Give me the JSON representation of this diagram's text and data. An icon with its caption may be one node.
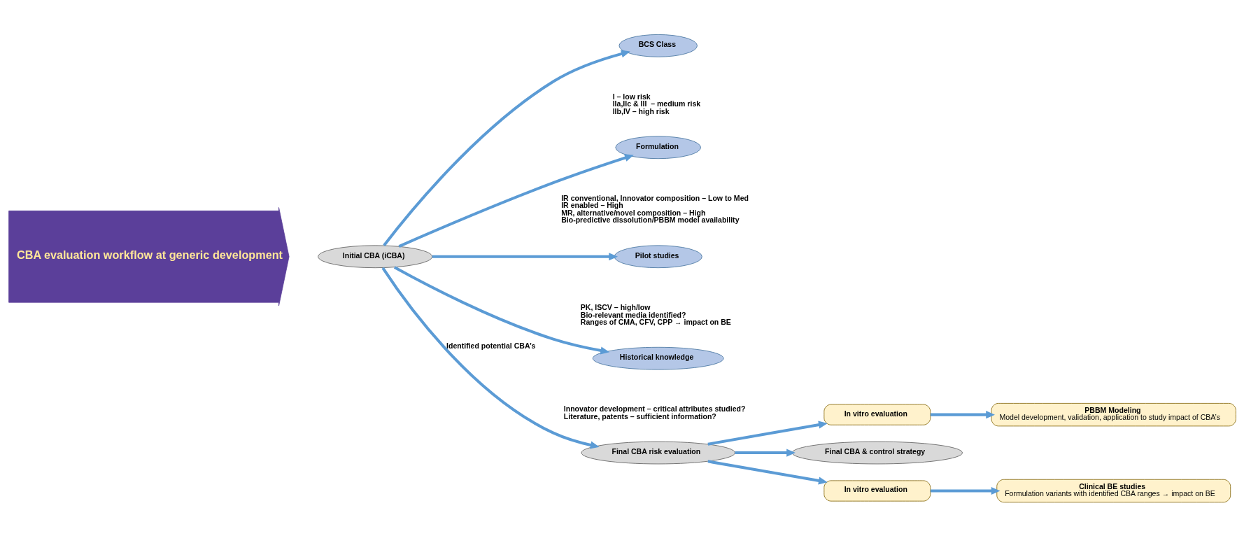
{
  "diagram": {
    "nodes": [
      {
        "text": [
          "CBA evaluation workflow at generic development"
        ]
      },
      {
        "text": [
          "BCS Class"
        ],
        "beside": [
          "I – low risk",
          "IIa,IIc & III  – medium risk",
          "IIb,IV – high risk"
        ]
      },
      {
        "text": [
          "Formulation"
        ],
        "beside": [
          "IR conventional, Innovator composition – Low to Med",
          "IR enabled – High",
          "MR, alternative/novel composition – High",
          "Bio-predictive dissolution/PBBM model availability"
        ]
      },
      {
        "text": [
          "Initial CBA (iCBA)"
        ]
      },
      {
        "text": [
          "Pilot studies"
        ],
        "beside": [
          "PK, ISCV – high/low",
          "Bio-relevant media identified?",
          "Ranges of CMA, CFV, CPP → impact on BE"
        ]
      },
      {
        "text": [
          "Historical knowledge"
        ],
        "beside": [
          "Innovator development – critical attributes studied?",
          "Literature, patents – sufficient information?"
        ]
      },
      {
        "text": [
          "PBBM Modeling",
          "Model development, validation, application to study impact of CBA’s"
        ]
      },
      {
        "text": [
          "In vitro evaluation"
        ]
      },
      {
        "text": [
          "Final CBA risk evaluation"
        ]
      },
      {
        "text": [
          "Final CBA & control strategy"
        ]
      },
      {
        "text": [
          "In vitro evaluation"
        ]
      },
      {
        "text": [
          "Clinical BE studies",
          "Formulation variants with identified CBA ranges → impact on BE"
        ]
      }
    ],
    "edges": [
      {
        "from": 3,
        "to": 1,
        "arrow": "to"
      },
      {
        "from": 3,
        "to": 2,
        "arrow": "to"
      },
      {
        "from": 3,
        "to": 4,
        "arrow": "to"
      },
      {
        "from": 3,
        "to": 5,
        "arrow": "to"
      },
      {
        "from": 3,
        "to": 8,
        "arrow": "to",
        "label": "Identified potential CBA’s"
      },
      {
        "from": 8,
        "to": 7,
        "arrow": "to"
      },
      {
        "from": 7,
        "to": 6,
        "arrow": "to"
      },
      {
        "from": 8,
        "to": 9,
        "arrow": "to"
      },
      {
        "from": 8,
        "to": 10,
        "arrow": "to"
      },
      {
        "from": 10,
        "to": 11,
        "arrow": "to"
      }
    ]
  }
}
